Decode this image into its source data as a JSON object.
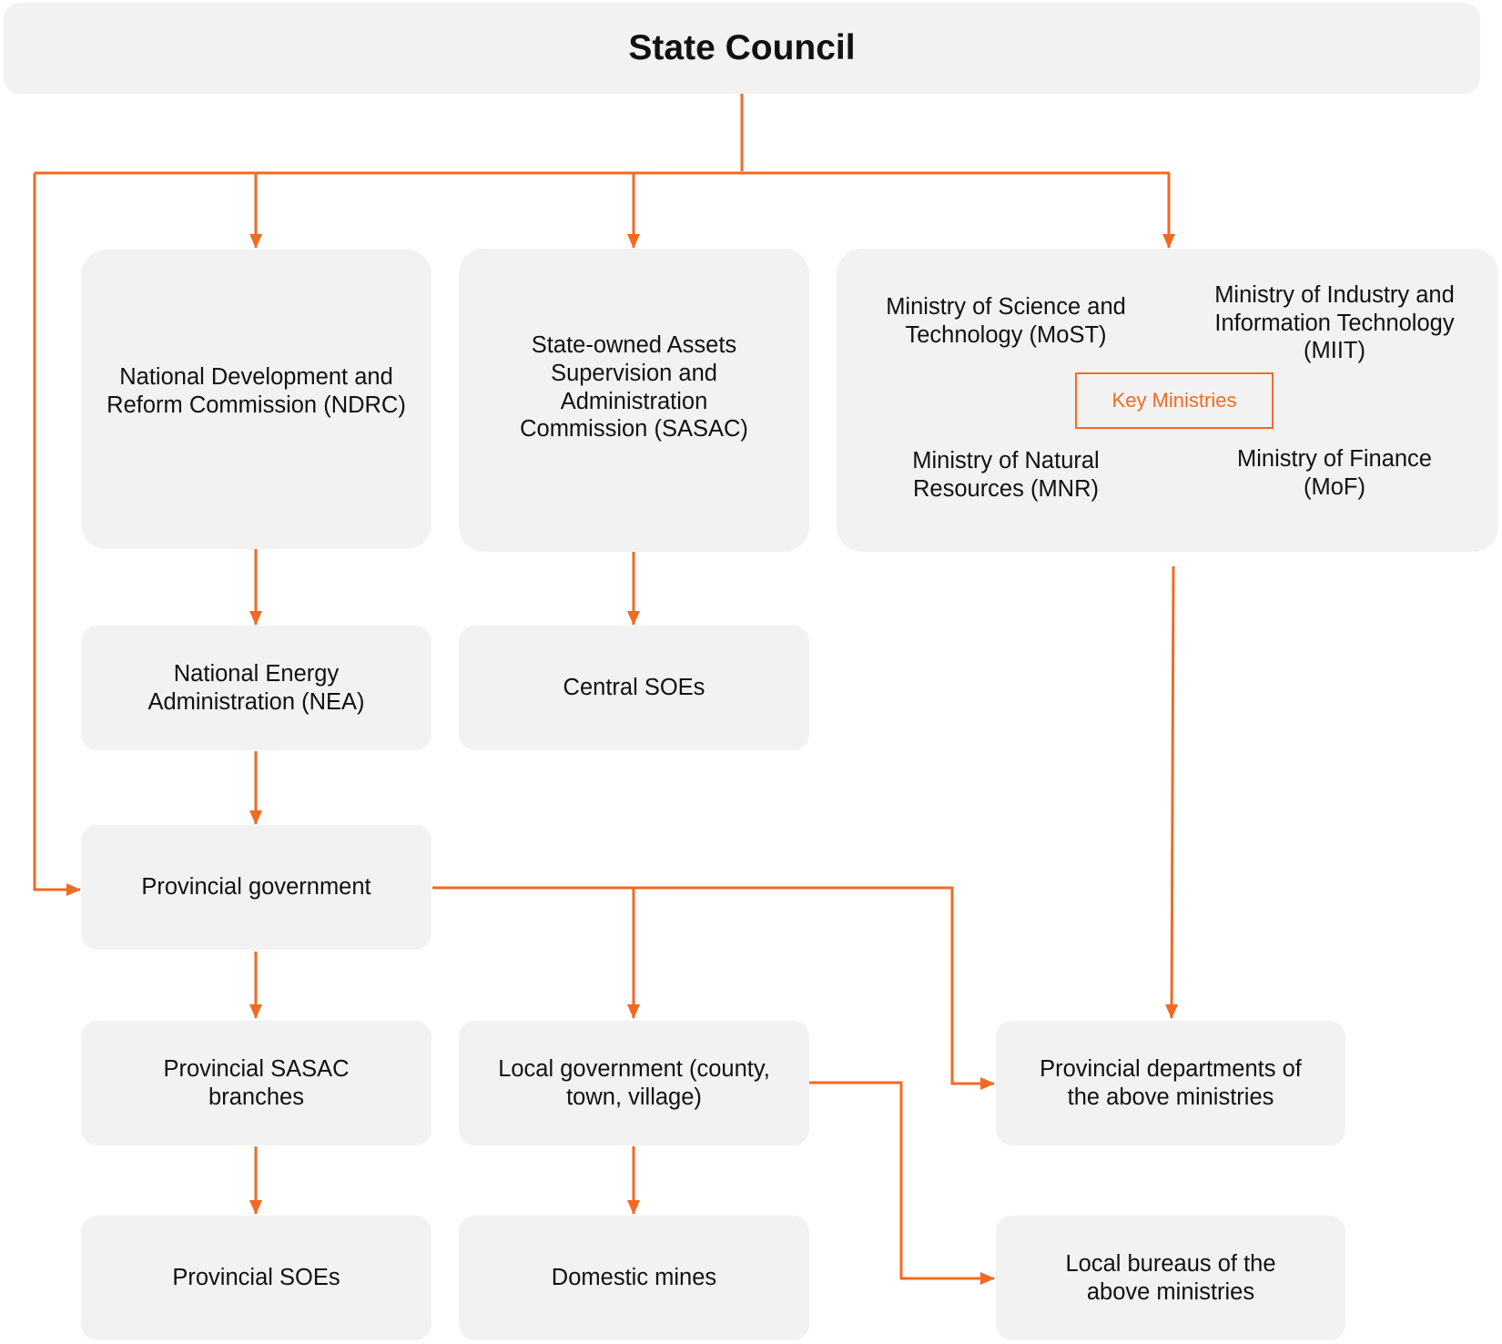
{
  "state_council": "State Council",
  "ndrc": "National Development and Reform Commission (NDRC)",
  "sasac": "State-owned Assets Supervision and Administration Commission (SASAC)",
  "ministries": {
    "most": "Ministry of Science and Technology (MoST)",
    "miit": "Ministry of Industry and Information Technology (MIIT)",
    "mnr": "Ministry of Natural Resources (MNR)",
    "mof": "Ministry of Finance (MoF)",
    "key_label": "Key Ministries"
  },
  "nea": "National Energy Administration (NEA)",
  "central_soes": "Central SOEs",
  "provincial_government": "Provincial government",
  "provincial_sasac": "Provincial SASAC branches",
  "local_government": "Local government (county, town, village)",
  "provincial_departments": "Provincial departments of the above ministries",
  "provincial_soes": "Provincial SOEs",
  "domestic_mines": "Domestic mines",
  "local_bureaus": "Local bureaus of the above ministries",
  "colors": {
    "arrow": "#f26a22",
    "divider": "#f5a27a",
    "box_fill": "#f2f2f2"
  }
}
